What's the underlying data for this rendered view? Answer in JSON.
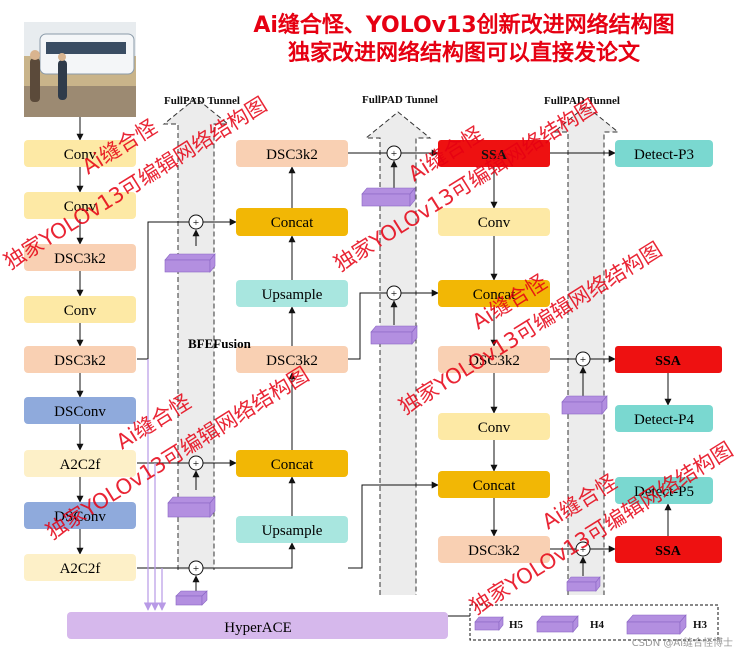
{
  "header": {
    "title_line1": "Ai缝合怪、YOLOv13创新改进网络结构图",
    "title_line2": "独家改进网络结构图可以直接发论文"
  },
  "tunnels": {
    "left": "FullPAD Tunnel",
    "middle": "FullPAD Tunnel",
    "right": "FullPAD Tunnel"
  },
  "backbone": {
    "conv1": "Conv",
    "conv2": "Conv",
    "dsc3k2_1": "DSC3k2",
    "conv3": "Conv",
    "dsc3k2_2": "DSC3k2",
    "dsconv1": "DSConv",
    "a2c2f_1": "A2C2f",
    "dsconv2": "DSConv",
    "a2c2f_2": "A2C2f"
  },
  "neck_mid": {
    "dsc3k2_top": "DSC3k2",
    "concat_top": "Concat",
    "upsample_top": "Upsample",
    "bfefusion": "BFEFusion",
    "dsc3k2_mid": "DSC3k2",
    "concat_bottom": "Concat",
    "upsample_bottom": "Upsample"
  },
  "neck_right": {
    "ssa_top": "SSA",
    "conv": "Conv",
    "concat1": "Concat",
    "dsc3k2_1": "DSC3k2",
    "conv2": "Conv",
    "concat2": "Concat",
    "dsc3k2_2": "DSC3k2"
  },
  "head": {
    "detect_p3": "Detect-P3",
    "ssa_mid": "SSA",
    "detect_p4": "Detect-P4",
    "detect_p5": "Detect-P5",
    "ssa_bottom": "SSA"
  },
  "hyperace": "HyperACE",
  "legend": {
    "h5": "H5",
    "h4": "H4",
    "h3": "H3"
  },
  "plus": "+",
  "watermarks": {
    "w1": "Ai缝合怪",
    "w2": "独家YOLOv13可编辑网络结构图"
  },
  "credit": "CSDN @Ai缝合怪博士",
  "colors": {
    "conv": "#fde9a5",
    "dsc3k2": "#f9d0b3",
    "dsconv": "#8faadc",
    "a2c2f": "#fdf0c8",
    "concat": "#f2b705",
    "upsample": "#a8e6df",
    "ssa": "#ee1111",
    "detect": "#7ad8d0",
    "hyperace": "#d6b8ec",
    "purple_block": "#b38fe0"
  }
}
